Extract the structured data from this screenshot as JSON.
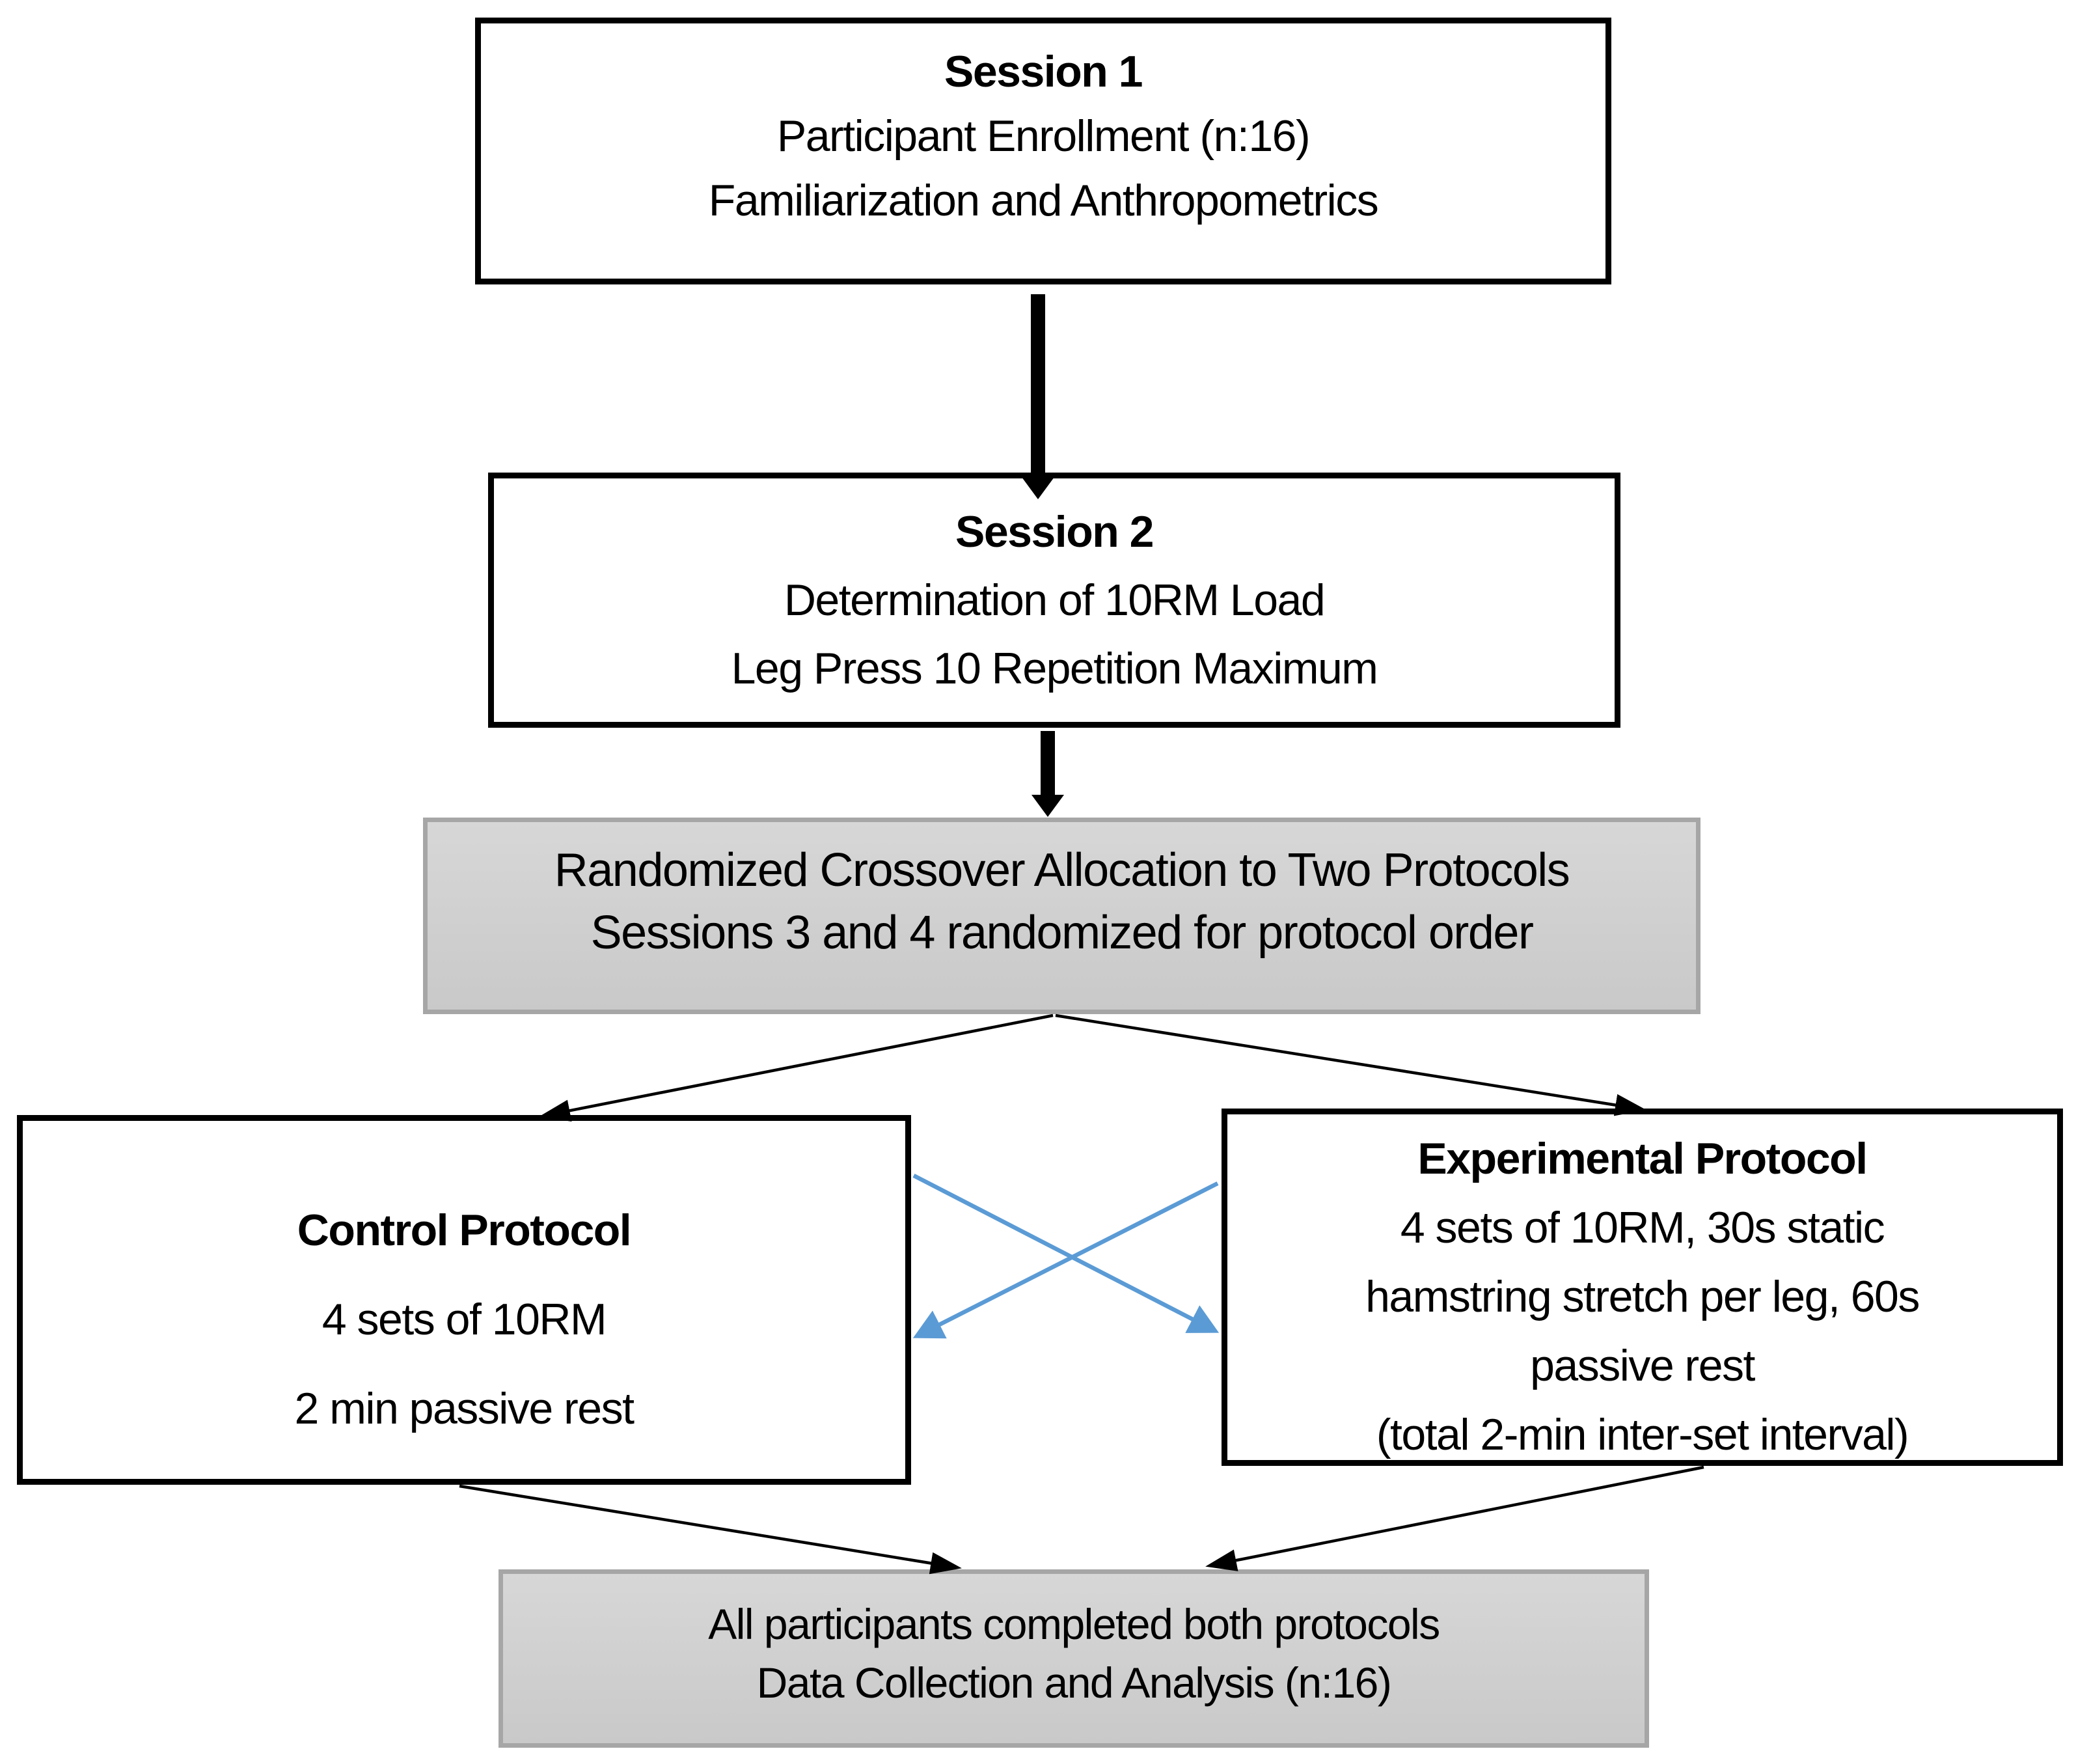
{
  "colors": {
    "background": "#ffffff",
    "text_color": "#000000",
    "box_border": "#000000",
    "box_fill": "#ffffff",
    "gray_fill_top": "#d7d7d7",
    "gray_fill_bottom": "#c9c9c9",
    "gray_border": "#a6a6a6",
    "arrow_black": "#000000",
    "arrow_blue": "#5b9bd5"
  },
  "boxes": {
    "session1": {
      "lines": [
        "Session 1",
        "Participant Enrollment (n:16)",
        "Familiarization and Anthropometrics"
      ]
    },
    "session2": {
      "lines": [
        "Session 2",
        "Determination of 10RM Load",
        "Leg Press 10 Repetition Maximum"
      ]
    },
    "allocation": {
      "lines": [
        "Randomized Crossover Allocation to Two Protocols",
        "Sessions 3 and 4 randomized for protocol order"
      ]
    },
    "control": {
      "lines": [
        "Control Protocol",
        "4 sets of 10RM",
        "2 min passive rest"
      ]
    },
    "experimental": {
      "lines": [
        "Experimental Protocol",
        "4 sets of 10RM, 30s static",
        "hamstring stretch per leg, 60s",
        "passive rest",
        "(total 2-min inter-set interval)"
      ]
    },
    "completion": {
      "lines": [
        "All participants completed both protocols",
        "Data Collection and Analysis (n:16)"
      ]
    }
  }
}
